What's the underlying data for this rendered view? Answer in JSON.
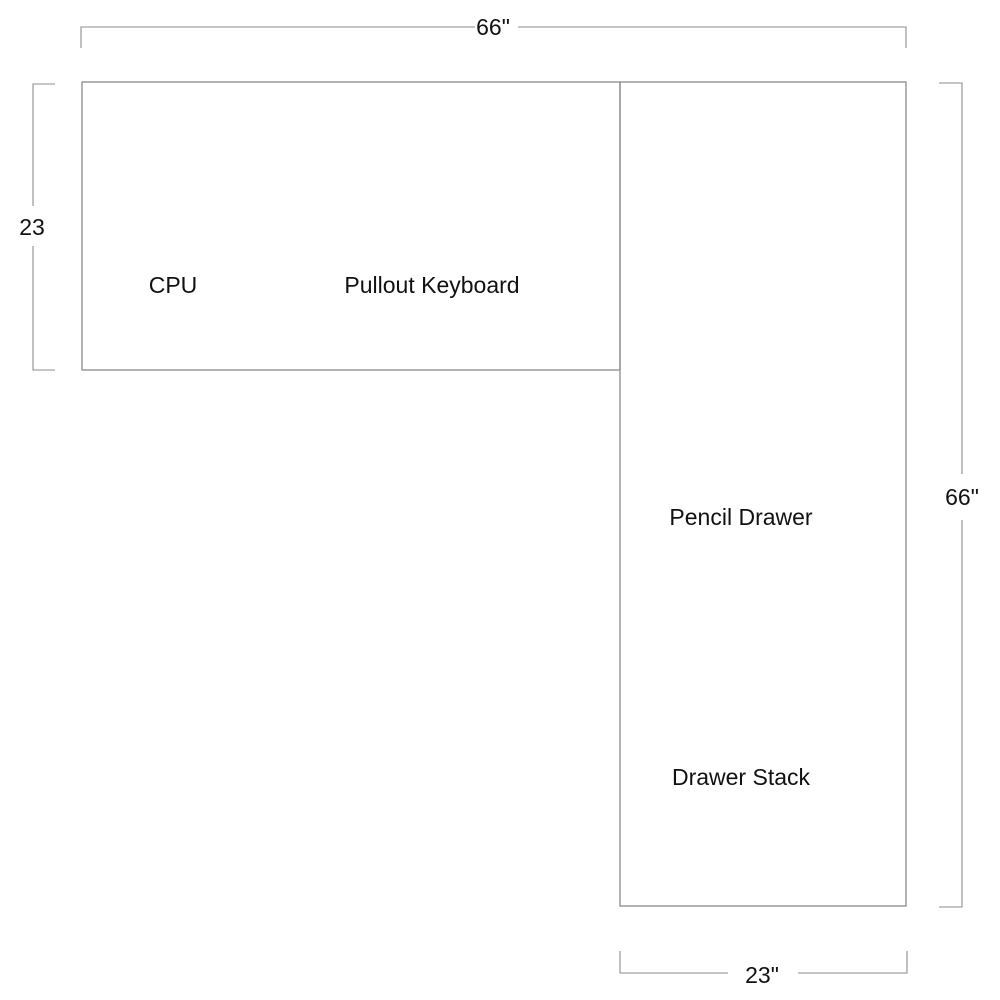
{
  "dimensions": {
    "top_width": "66\"",
    "left_depth": "23",
    "right_length": "66\"",
    "bottom_width": "23\""
  },
  "components": {
    "cpu": "CPU",
    "pullout_keyboard": "Pullout Keyboard",
    "pencil_drawer": "Pencil Drawer",
    "drawer_stack": "Drawer Stack"
  },
  "colors": {
    "line": "#8c8c8c",
    "text": "#111111"
  }
}
